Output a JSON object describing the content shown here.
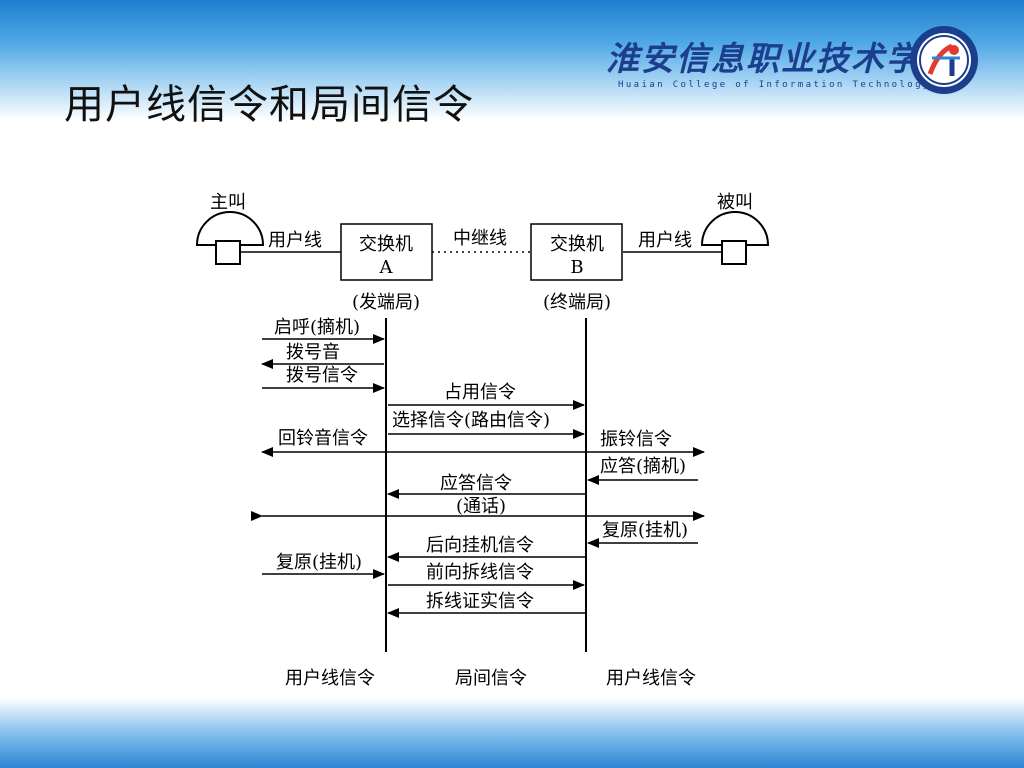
{
  "title": "用户线信令和局间信令",
  "logo": {
    "name_cn": "淮安信息职业技术学院",
    "name_en": "Huaian College of Information Technology"
  },
  "diagram": {
    "caller": "主叫",
    "callee": "被叫",
    "line_left": "用户线",
    "line_right": "用户线",
    "trunk": "中继线",
    "switch_a": {
      "name": "交换机",
      "id": "A",
      "office": "(发端局)"
    },
    "switch_b": {
      "name": "交换机",
      "id": "B",
      "office": "(终端局)"
    },
    "signals": {
      "s1": "启呼(摘机)",
      "s2": "拨号音",
      "s3": "拨号信令",
      "s4": "占用信令",
      "s5": "选择信令(路由信令)",
      "s6": "回铃音信令",
      "s7": "振铃信令",
      "s8": "应答(摘机)",
      "s9": "应答信令",
      "s10": "(通话)",
      "s11": "复原(挂机)",
      "s12": "后向挂机信令",
      "s13": "复原(挂机)",
      "s14": "前向拆线信令",
      "s15": "拆线证实信令"
    },
    "footer": {
      "left": "用户线信令",
      "middle": "局间信令",
      "right": "用户线信令"
    }
  }
}
